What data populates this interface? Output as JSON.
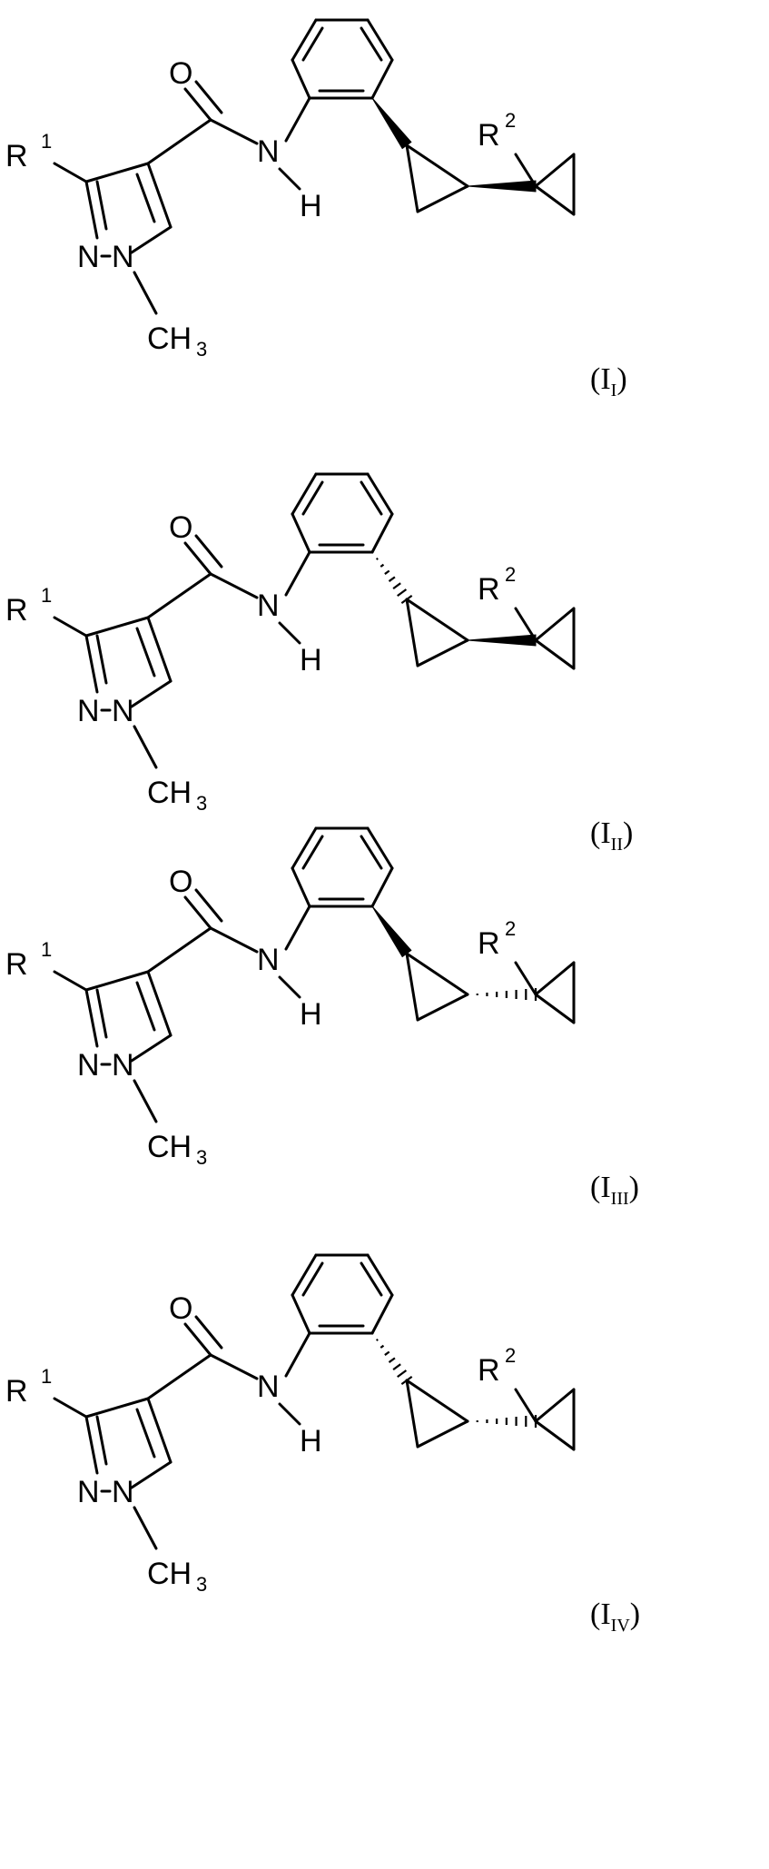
{
  "atoms": {
    "r1_letter": "R",
    "r1_number": "1",
    "r2_letter": "R",
    "r2_number": "2",
    "oxygen": "O",
    "nitrogen": "N",
    "hydrogen": "H",
    "ring_n1": "N",
    "ring_n2": "N",
    "methyl_c": "CH",
    "methyl_sub": "3"
  },
  "structures": [
    {
      "label_open": "(I",
      "label_sub": "I",
      "label_close": ")",
      "stereo_ring_to_cp": "wedge",
      "stereo_cp_to_cp": "wedge"
    },
    {
      "label_open": "(I",
      "label_sub": "II",
      "label_close": ")",
      "stereo_ring_to_cp": "hash",
      "stereo_cp_to_cp": "wedge"
    },
    {
      "label_open": "(I",
      "label_sub": "III",
      "label_close": ")",
      "stereo_ring_to_cp": "wedge",
      "stereo_cp_to_cp": "hash"
    },
    {
      "label_open": "(I",
      "label_sub": "IV",
      "label_close": ")",
      "stereo_ring_to_cp": "hash",
      "stereo_cp_to_cp": "hash"
    }
  ]
}
